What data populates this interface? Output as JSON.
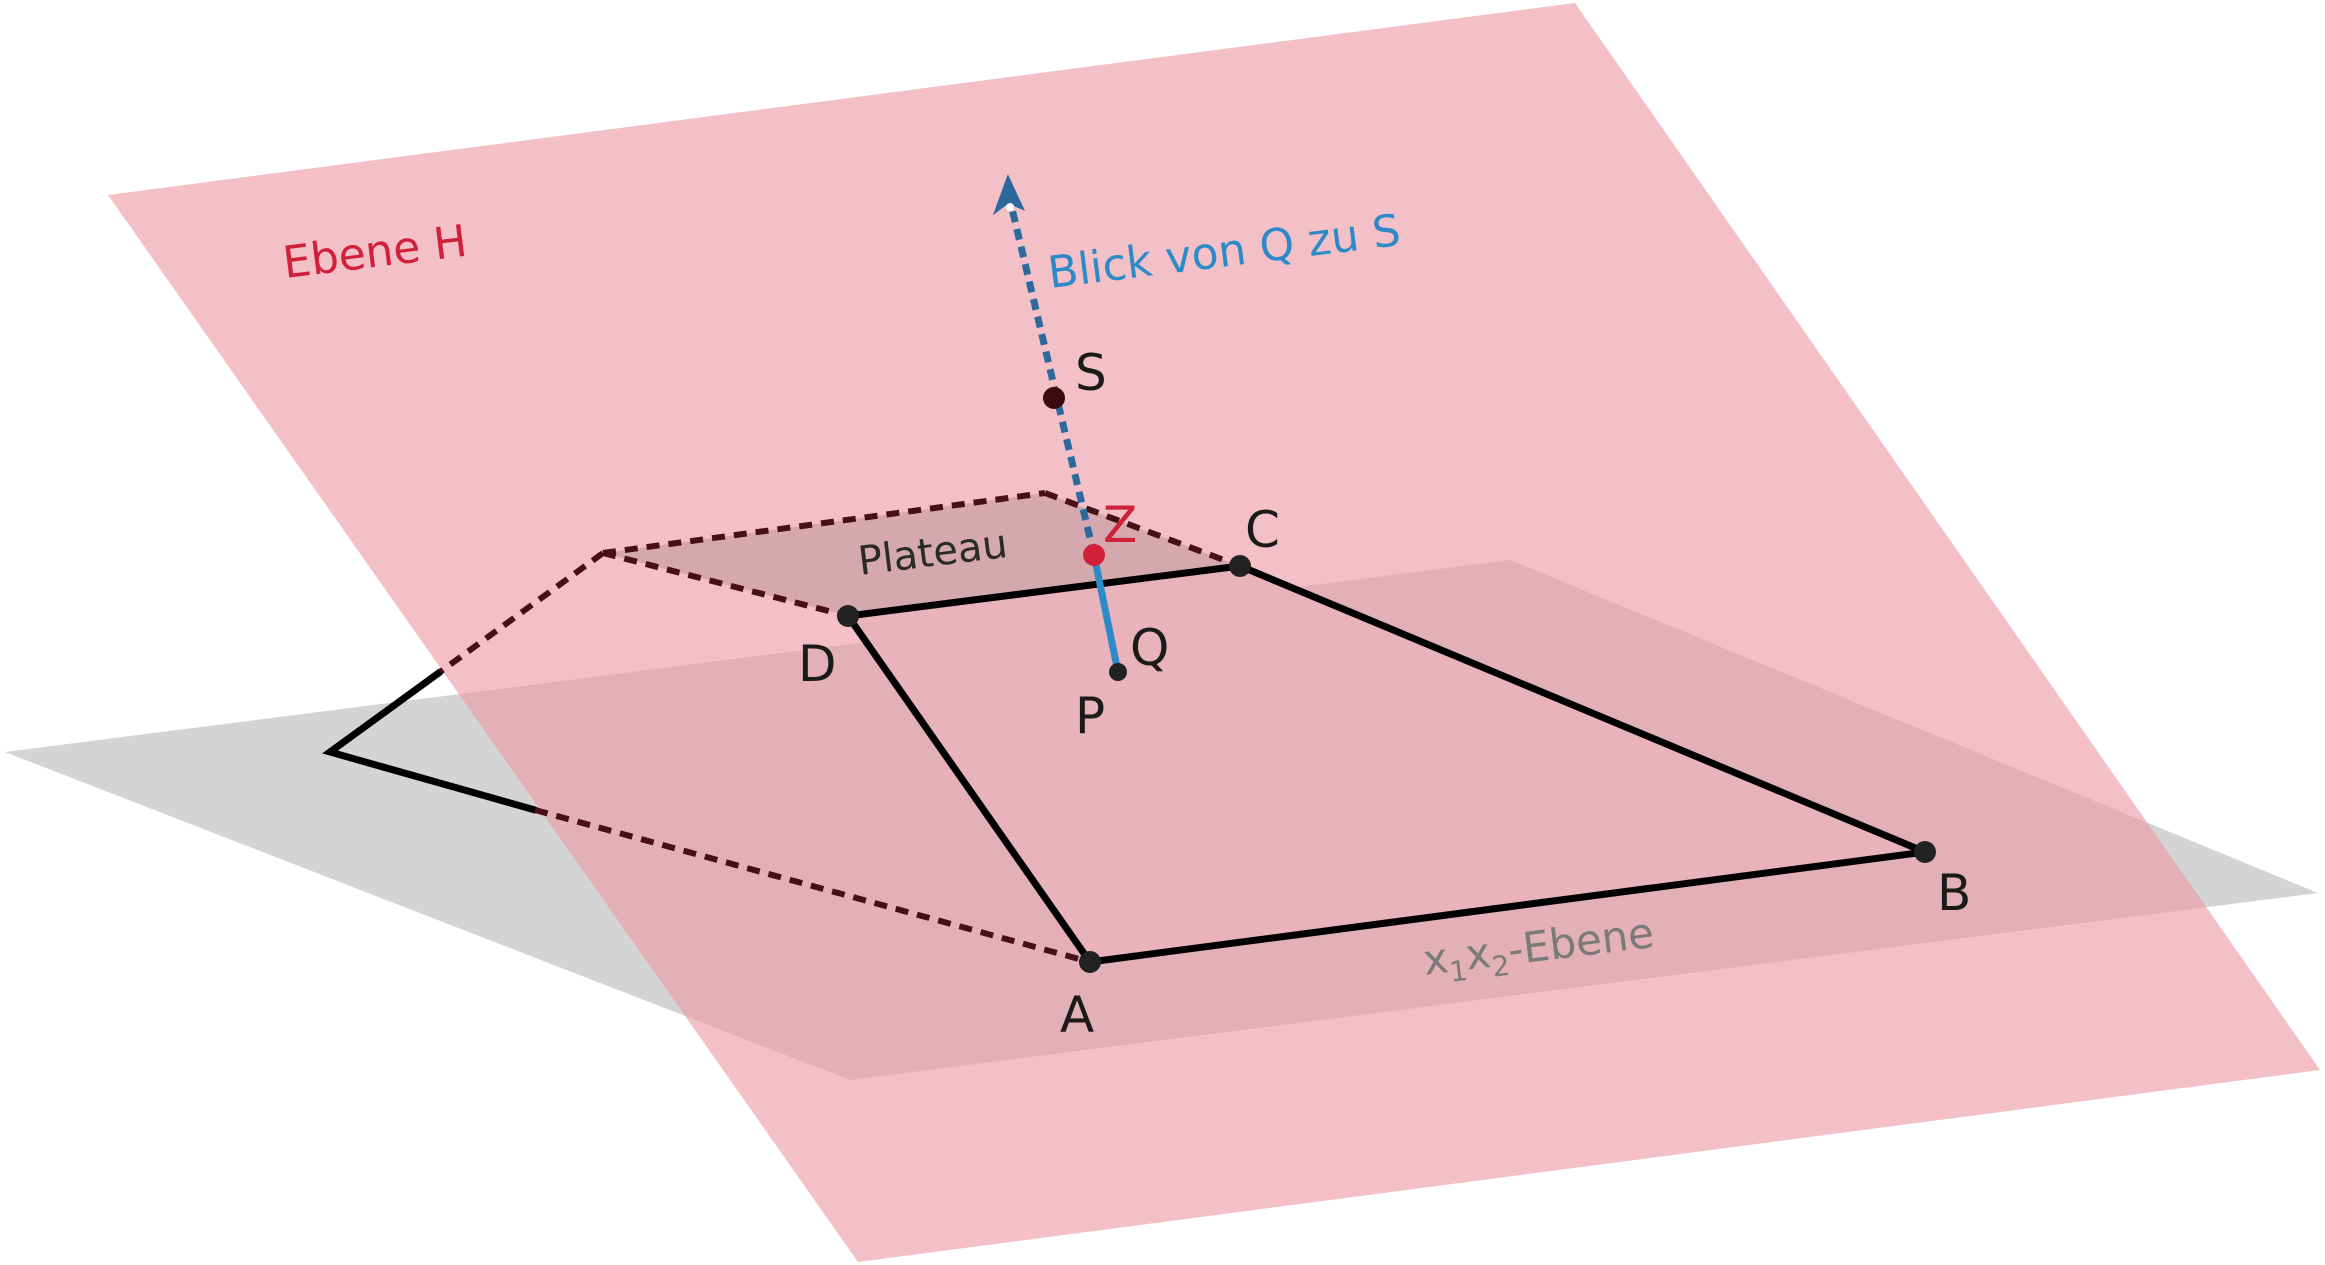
{
  "diagram": {
    "plane_h_label": "Ebene H",
    "ground_plane_label_parts": [
      "x",
      "1",
      "x",
      "2",
      "-Ebene"
    ],
    "plateau_label": "Plateau",
    "view_label": "Blick von Q zu S",
    "points": {
      "A": "A",
      "B": "B",
      "C": "C",
      "D": "D",
      "P": "P",
      "Q": "Q",
      "S": "S",
      "Z": "Z"
    }
  },
  "colors": {
    "plane_h": "#eb9aa5",
    "ground_plane": "#c8c8c8",
    "plateau_fill": "#c9a0a6",
    "trapezoid_fill": "#e2dcdd",
    "view_arrow": "#2c6a9e",
    "segment_pz": "#2c8ac8",
    "point_z": "#d0203a",
    "dashed_edges": "#4a0f14"
  }
}
